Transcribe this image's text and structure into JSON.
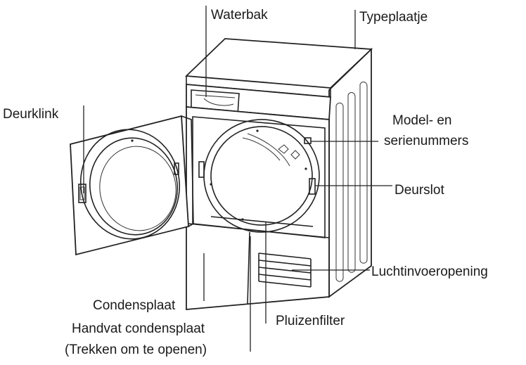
{
  "labels": {
    "waterbak": "Waterbak",
    "typeplaatje": "Typeplaatje",
    "deurklink": "Deurklink",
    "model_1": "Model- en",
    "model_2": "serienummers",
    "deurslot": "Deurslot",
    "luchtinvoer": "Luchtinvoeropening",
    "condensplaat": "Condensplaat",
    "pluizenfilter": "Pluizenfilter",
    "handvat_1": "Handvat condensplaat",
    "handvat_2": "(Trekken om te openen)"
  }
}
